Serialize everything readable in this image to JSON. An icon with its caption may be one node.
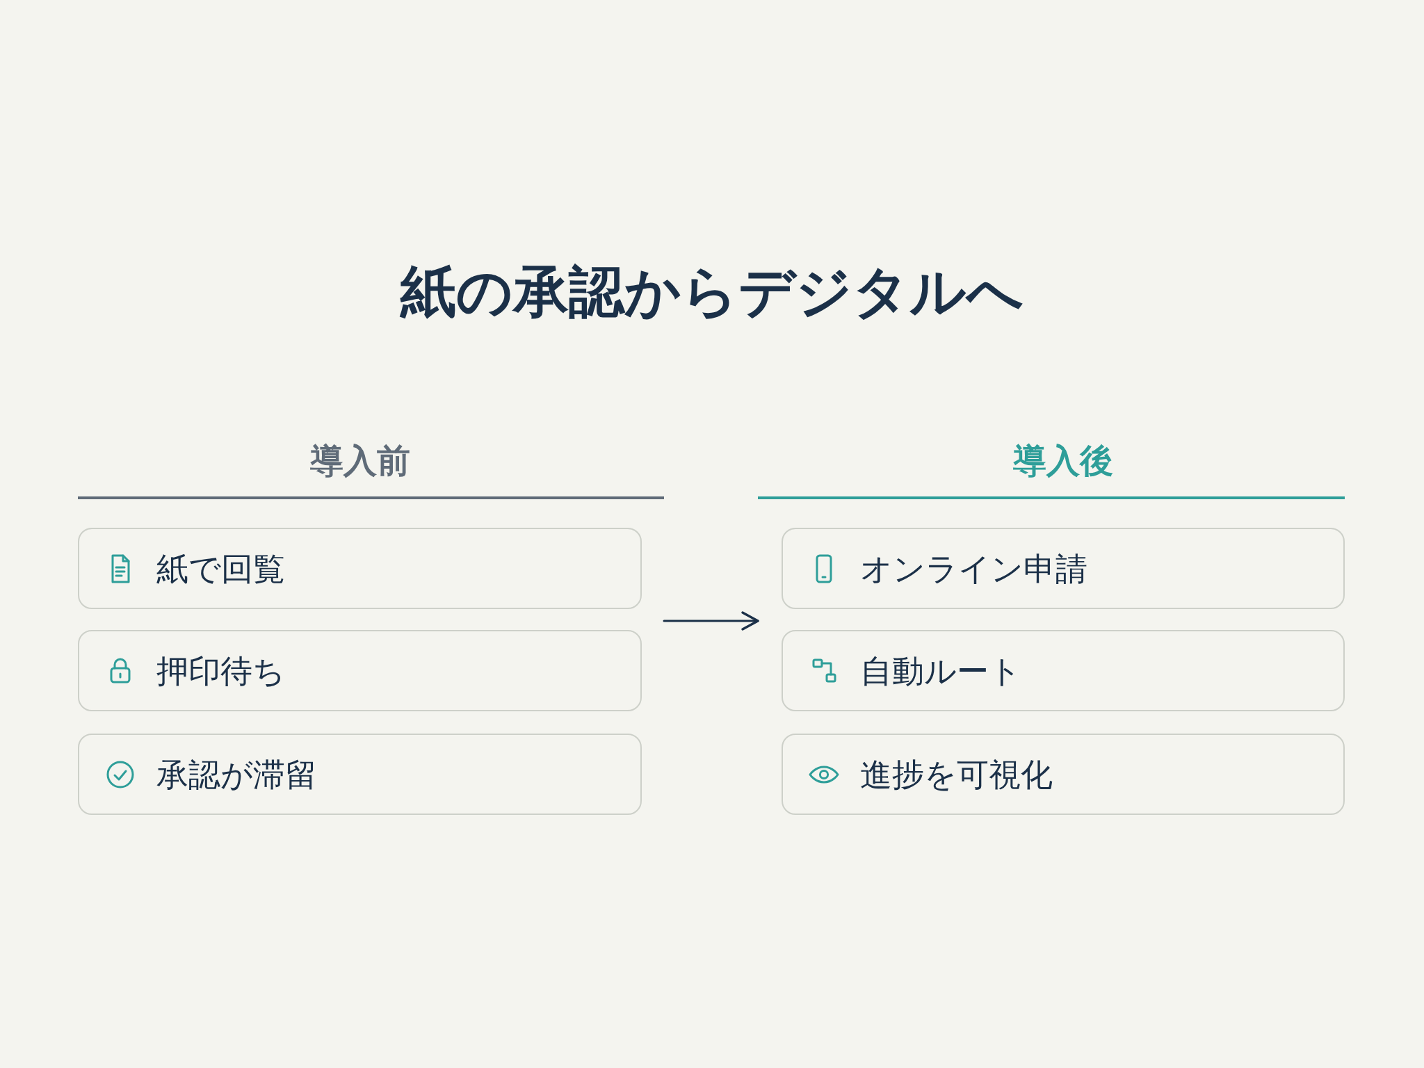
{
  "diagram": {
    "title": "紙の承認からデジタルへ",
    "nodes": [
      {
        "text": [
          "導入前"
        ]
      },
      {
        "text": [
          "紙で回覧"
        ],
        "in": 0
      },
      {
        "text": [
          "押印待ち"
        ],
        "in": 0
      },
      {
        "text": [
          "承認が滞留"
        ],
        "in": 0
      },
      {
        "text": [
          "導入後"
        ]
      },
      {
        "text": [
          "オンライン申請"
        ],
        "in": 4
      },
      {
        "text": [
          "自動ルート"
        ],
        "in": 4
      },
      {
        "text": [
          "進捗を可視化"
        ],
        "in": 4
      }
    ],
    "edges": [
      {
        "from": 0,
        "to": 4,
        "arrow": "to"
      }
    ]
  }
}
